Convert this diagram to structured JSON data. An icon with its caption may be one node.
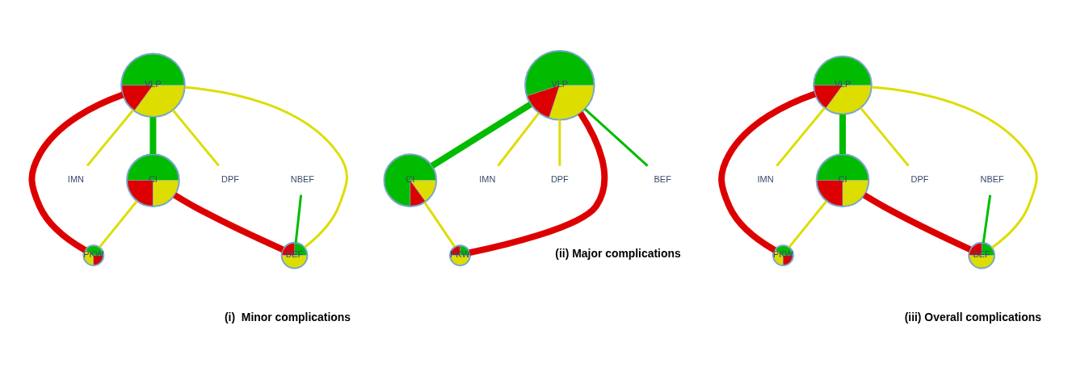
{
  "diagram": {
    "nodes": [
      {
        "text": [
          "VLP"
        ]
      },
      {
        "text": [
          "CI"
        ]
      },
      {
        "text": [
          "NBEF"
        ]
      },
      {
        "text": [
          "IMN"
        ]
      },
      {
        "text": [
          "PKW"
        ]
      },
      {
        "text": [
          "DPF"
        ]
      },
      {
        "text": [
          "BEF"
        ]
      },
      {
        "text": [
          "VLP"
        ]
      },
      {
        "text": [
          "CI"
        ]
      },
      {
        "text": [
          "IMN"
        ]
      },
      {
        "text": [
          "DPF"
        ]
      },
      {
        "text": [
          "PKW"
        ]
      },
      {
        "text": [
          "BEF"
        ]
      },
      {
        "text": [
          "VLP"
        ]
      },
      {
        "text": [
          "CI"
        ]
      },
      {
        "text": [
          "NBEF"
        ]
      },
      {
        "text": [
          "IMN"
        ]
      },
      {
        "text": [
          "PKW"
        ]
      },
      {
        "text": [
          "DPF"
        ]
      },
      {
        "text": [
          "BEF"
        ]
      }
    ],
    "edges": [
      {
        "from": 0,
        "to": 1,
        "arrow": "none",
        "style": "thick",
        "color": "#00bb00"
      },
      {
        "from": 0,
        "to": 3,
        "arrow": "none"
      },
      {
        "from": 0,
        "to": 5,
        "arrow": "none"
      },
      {
        "from": 0,
        "to": 6,
        "arrow": "none"
      },
      {
        "from": 0,
        "to": 4,
        "arrow": "none",
        "style": "thick",
        "color": "#dd0000"
      },
      {
        "from": 1,
        "to": 6,
        "arrow": "none",
        "style": "thick",
        "color": "#dd0000"
      },
      {
        "from": 1,
        "to": 4,
        "arrow": "none"
      },
      {
        "from": 2,
        "to": 6,
        "arrow": "none",
        "color": "#00bb00"
      },
      {
        "from": 7,
        "to": 8,
        "arrow": "none",
        "style": "thick",
        "color": "#00bb00"
      },
      {
        "from": 7,
        "to": 9,
        "arrow": "none"
      },
      {
        "from": 7,
        "to": 10,
        "arrow": "none"
      },
      {
        "from": 7,
        "to": 12,
        "arrow": "none",
        "color": "#00bb00"
      },
      {
        "from": 7,
        "to": 11,
        "arrow": "none",
        "style": "thick",
        "color": "#dd0000"
      },
      {
        "from": 8,
        "to": 11,
        "arrow": "none"
      },
      {
        "from": 13,
        "to": 14,
        "arrow": "none",
        "style": "thick",
        "color": "#00bb00"
      },
      {
        "from": 13,
        "to": 16,
        "arrow": "none"
      },
      {
        "from": 13,
        "to": 18,
        "arrow": "none"
      },
      {
        "from": 13,
        "to": 19,
        "arrow": "none"
      },
      {
        "from": 13,
        "to": 17,
        "arrow": "none",
        "style": "thick",
        "color": "#dd0000"
      },
      {
        "from": 14,
        "to": 19,
        "arrow": "none",
        "style": "thick",
        "color": "#dd0000"
      },
      {
        "from": 14,
        "to": 17,
        "arrow": "none"
      },
      {
        "from": 15,
        "to": 19,
        "arrow": "none",
        "color": "#00bb00"
      }
    ],
    "labels": [
      "(i)  Minor complications",
      "(ii) Major complications",
      "(iii) Overall complications"
    ]
  }
}
